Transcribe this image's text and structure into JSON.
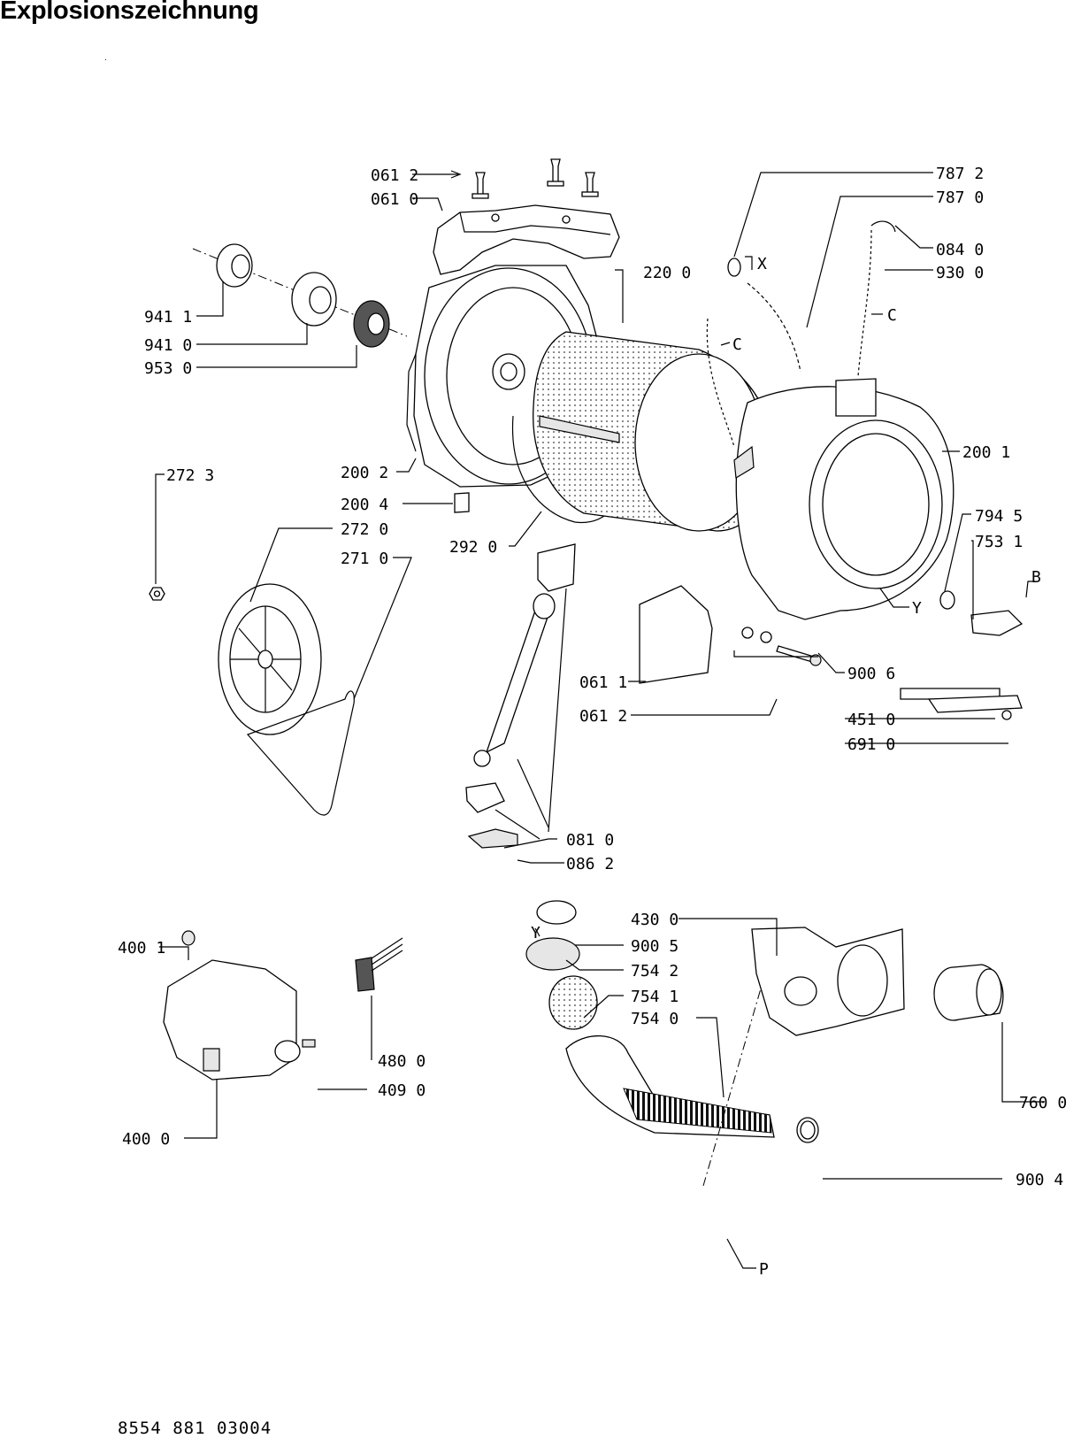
{
  "title": "Explosionszeichnung",
  "footer": "8554 881 03004",
  "dot": ".",
  "labels": {
    "l0612a": "061 2",
    "l0610": "061 0",
    "l7872": "787 2",
    "l7870": "787 0",
    "l0840": "084 0",
    "l9300": "930 0",
    "lX": "X",
    "l2200": "220 0",
    "lC1": "C",
    "lC2": "C",
    "l9411": "941 1",
    "l9410": "941 0",
    "l9530": "953 0",
    "l2723": "272 3",
    "l2002": "200 2",
    "l2004": "200 4",
    "l2720": "272 0",
    "l2710": "271 0",
    "l2920": "292 0",
    "l2001": "200 1",
    "l7945": "794 5",
    "l7531": "753 1",
    "lB": "B",
    "lY1": "Y",
    "l0611": "061 1",
    "l0612b": "061 2",
    "l9006": "900 6",
    "l4510": "451 0",
    "l6910": "691 0",
    "l0810": "081 0",
    "l0862": "086 2",
    "l4300": "430 0",
    "lY2": "Y",
    "l9005": "900 5",
    "l7542": "754 2",
    "l7541": "754 1",
    "l7540": "754 0",
    "l4001": "400 1",
    "l4800": "480 0",
    "l4090": "409 0",
    "l4000": "400 0",
    "l7600": "760 0",
    "l9004": "900 4",
    "lP": "P"
  }
}
